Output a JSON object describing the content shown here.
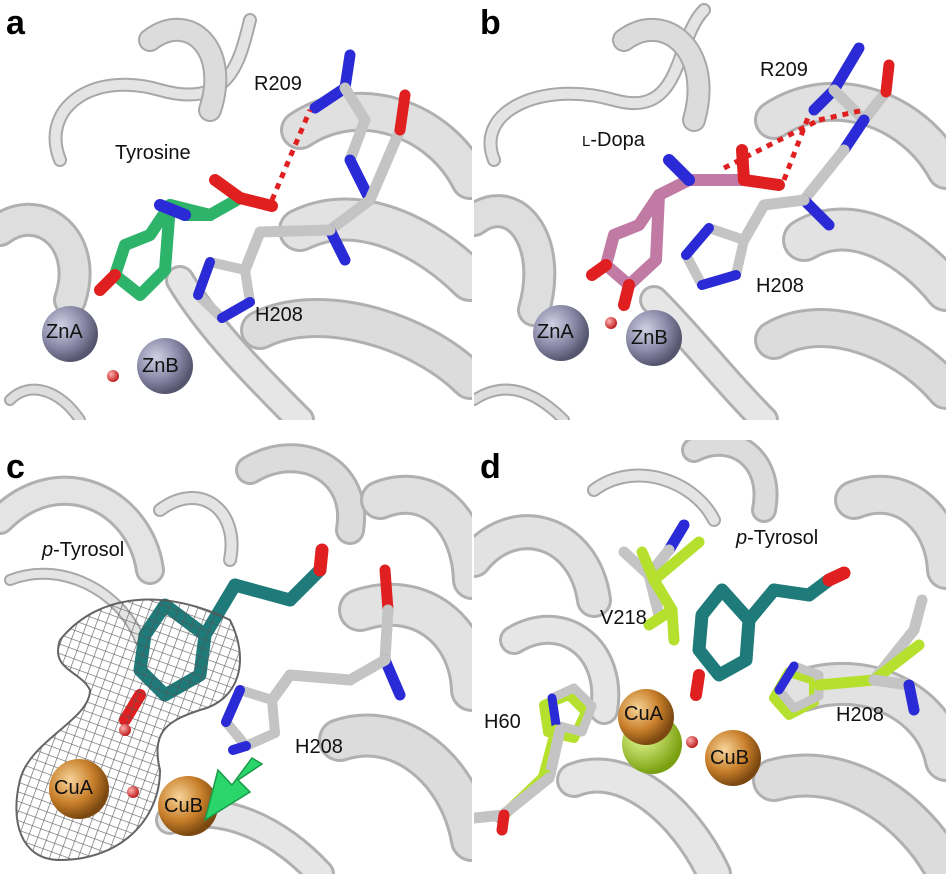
{
  "panels": [
    {
      "letter": "a",
      "labels": {
        "r209": "R209",
        "ligand": "Tyrosine",
        "h208": "H208",
        "metal_a": "ZnA",
        "metal_b": "ZnB"
      }
    },
    {
      "letter": "b",
      "labels": {
        "r209": "R209",
        "ligand_prefix": "L",
        "ligand_name": "-Dopa",
        "h208": "H208",
        "metal_a": "ZnA",
        "metal_b": "ZnB"
      }
    },
    {
      "letter": "c",
      "labels": {
        "ligand_prefix": "p",
        "ligand_name": "-Tyrosol",
        "h208": "H208",
        "metal_a": "CuA",
        "metal_b": "CuB"
      }
    },
    {
      "letter": "d",
      "labels": {
        "ligand_prefix": "p",
        "ligand_name": "-Tyrosol",
        "v218": "V218",
        "h60": "H60",
        "h208": "H208",
        "metal_a": "CuA",
        "metal_b": "CuB"
      }
    }
  ],
  "colors": {
    "ribbon": "#d9d9d9",
    "ribbon_edge": "#a8a8a8",
    "carbon_grey": "#c4c4c4",
    "nitrogen": "#2a2ad6",
    "oxygen": "#e02020",
    "tyrosine_carbon": "#2db36a",
    "dopa_carbon": "#c07aa3",
    "tyrosol_carbon": "#1f7a7a",
    "zinc": "#8a8aa8",
    "copper": "#c87f2a",
    "lime": "#b5e02d",
    "hbond": "#e02020",
    "mesh": "#555555",
    "arrow": "#2ad66a"
  }
}
